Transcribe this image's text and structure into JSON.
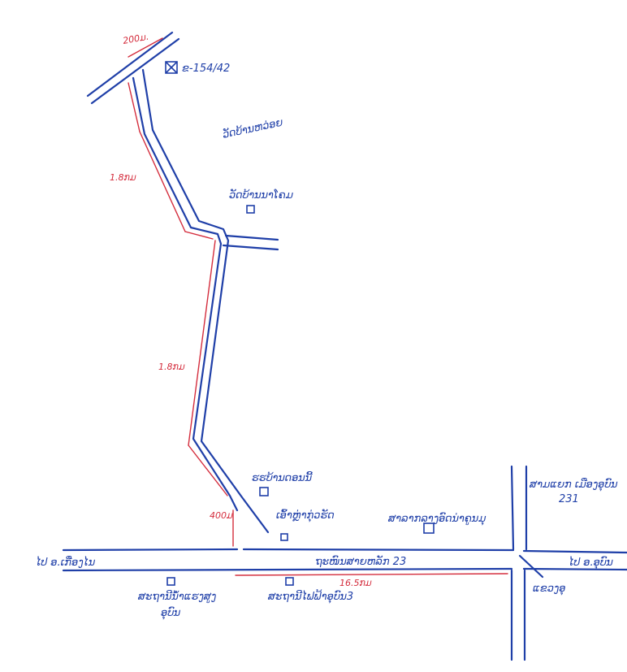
{
  "colors": {
    "road": "#1f3fa8",
    "distance": "#d42d3d"
  },
  "labels": {
    "marker_code": "ຂ-154/42",
    "temple_north": "ວັດບ້ານຫວ່ອຍ",
    "temple_mid": "ວັດບ້ານນາໂຄມ",
    "office_left": "ຮຮບ້ານດອນນີ້",
    "school_small": "ເອົ້າຫຼ່າກຸ່ວຮັດ",
    "center_building": "ສາລາກລາງອົດນ່າຄູນມຸ",
    "highway_name": "ຖະໜົນສາຍຫລັກ 23",
    "junction_top_right": "ສາມແຍກ ເມືອງອຸບົນ",
    "junction_number": "231",
    "to_left": "ໄປ ອ.ເກື່ອງໄນ",
    "to_right": "ໄປ ອ.ອຸບົນ",
    "station_right": "ແຂວງອຸ",
    "bottom_left_place": "ສະຖານີນ້ຳແຮງສູງ",
    "bottom_left_sub": "ອຸບົນ",
    "bottom_mid_place": "ສະຖານີໄຟຟ້າອຸບົນ3"
  },
  "distances": {
    "top_width": "200ມ.",
    "seg1": "1.8ກມ",
    "seg2": "1.8ກມ",
    "seg3": "400ມ",
    "highway": "16.5ກມ"
  },
  "icons": [
    "marker-box-icon",
    "building-square-icon"
  ]
}
